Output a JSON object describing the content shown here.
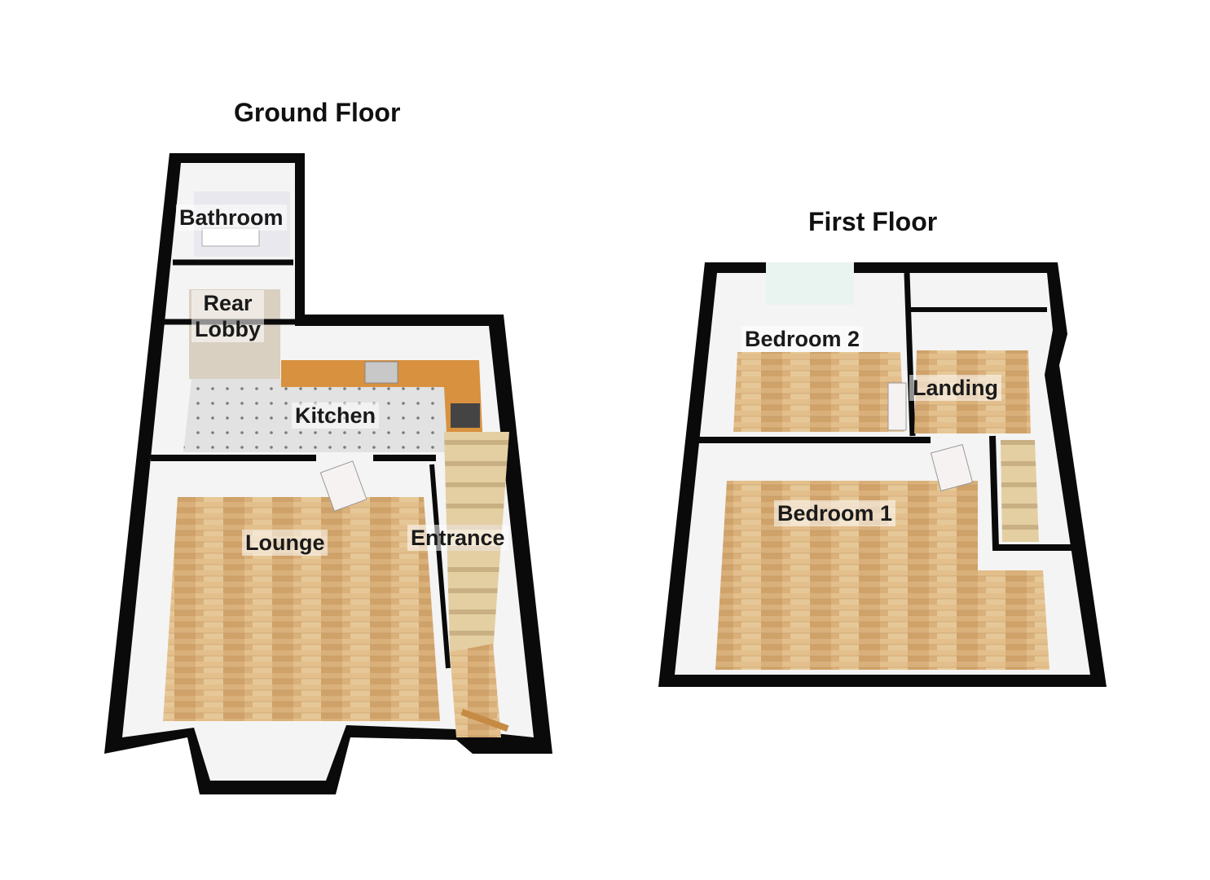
{
  "ground_floor": {
    "title": "Ground Floor",
    "rooms": {
      "bathroom": "Bathroom",
      "rear_lobby_line1": "Rear",
      "rear_lobby_line2": "Lobby",
      "kitchen": "Kitchen",
      "lounge": "Lounge",
      "entrance": "Entrance"
    }
  },
  "first_floor": {
    "title": "First Floor",
    "rooms": {
      "bedroom_2": "Bedroom 2",
      "landing": "Landing",
      "bedroom_1": "Bedroom 1"
    }
  },
  "colors": {
    "wall": "#0a0a0a",
    "wall_face": "#f4f4f4",
    "wood": "#d9b07a",
    "tile": "#dcdcdc",
    "worktop": "#d8913f"
  }
}
